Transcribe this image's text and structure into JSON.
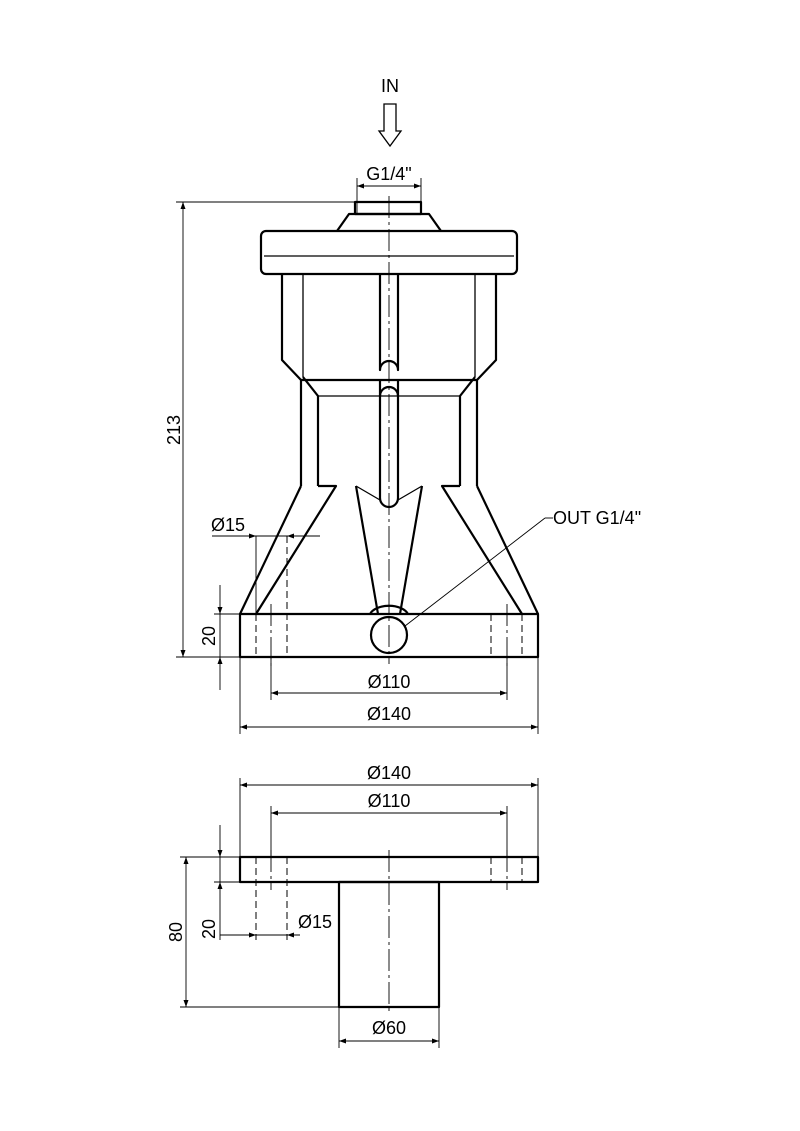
{
  "front_view": {
    "inlet_label": "IN",
    "inlet_thread": "G1/4\"",
    "outlet_label": "OUT G1/4\"",
    "height_total": "213",
    "hole_diameter": "Ø15",
    "flange_thickness": "20",
    "bolt_circle": "Ø110",
    "flange_diameter": "Ø140"
  },
  "bottom_view": {
    "flange_diameter": "Ø140",
    "bolt_circle": "Ø110",
    "height_total": "80",
    "flange_thickness": "20",
    "hole_diameter": "Ø15",
    "body_diameter": "Ø60"
  }
}
